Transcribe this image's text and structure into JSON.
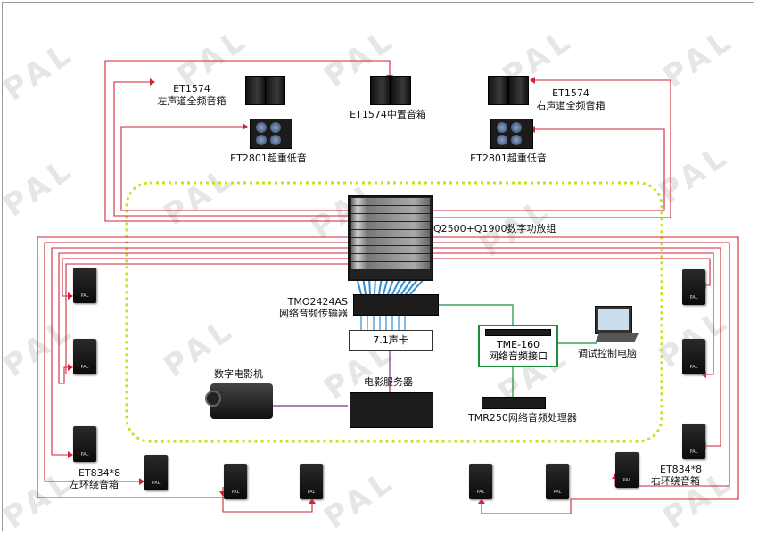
{
  "watermark": "PAL",
  "labels": {
    "left_full_range": {
      "model": "ET1574",
      "desc": "左声道全频音箱"
    },
    "center": "ET1574中置音箱",
    "right_full_range": {
      "model": "ET1574",
      "desc": "右声道全频音箱"
    },
    "left_sub": "ET2801超重低音",
    "right_sub": "ET2801超重低音",
    "amp_group": "Q2500+Q1900数字功放组",
    "tmo": {
      "model": "TMO2424AS",
      "desc": "网络音频传输器"
    },
    "sound_card": "7.1声卡",
    "tme": {
      "model": "TME-160",
      "desc": "网络音频接口"
    },
    "control_pc": "调试控制电脑",
    "projector": "数字电影机",
    "server": "电影服务器",
    "tmr": "TMR250网络音频处理器",
    "left_surround": {
      "model": "ET834*8",
      "desc": "左环绕音箱"
    },
    "right_surround": {
      "model": "ET834*8",
      "desc": "右环绕音箱"
    },
    "speaker_badge": "PAL"
  },
  "colors": {
    "speaker_wire": "#d0233a",
    "network_wire": "#1e8b3d",
    "dotted_zone": "#c7e21c",
    "video_wire": "#8e2a8a"
  }
}
